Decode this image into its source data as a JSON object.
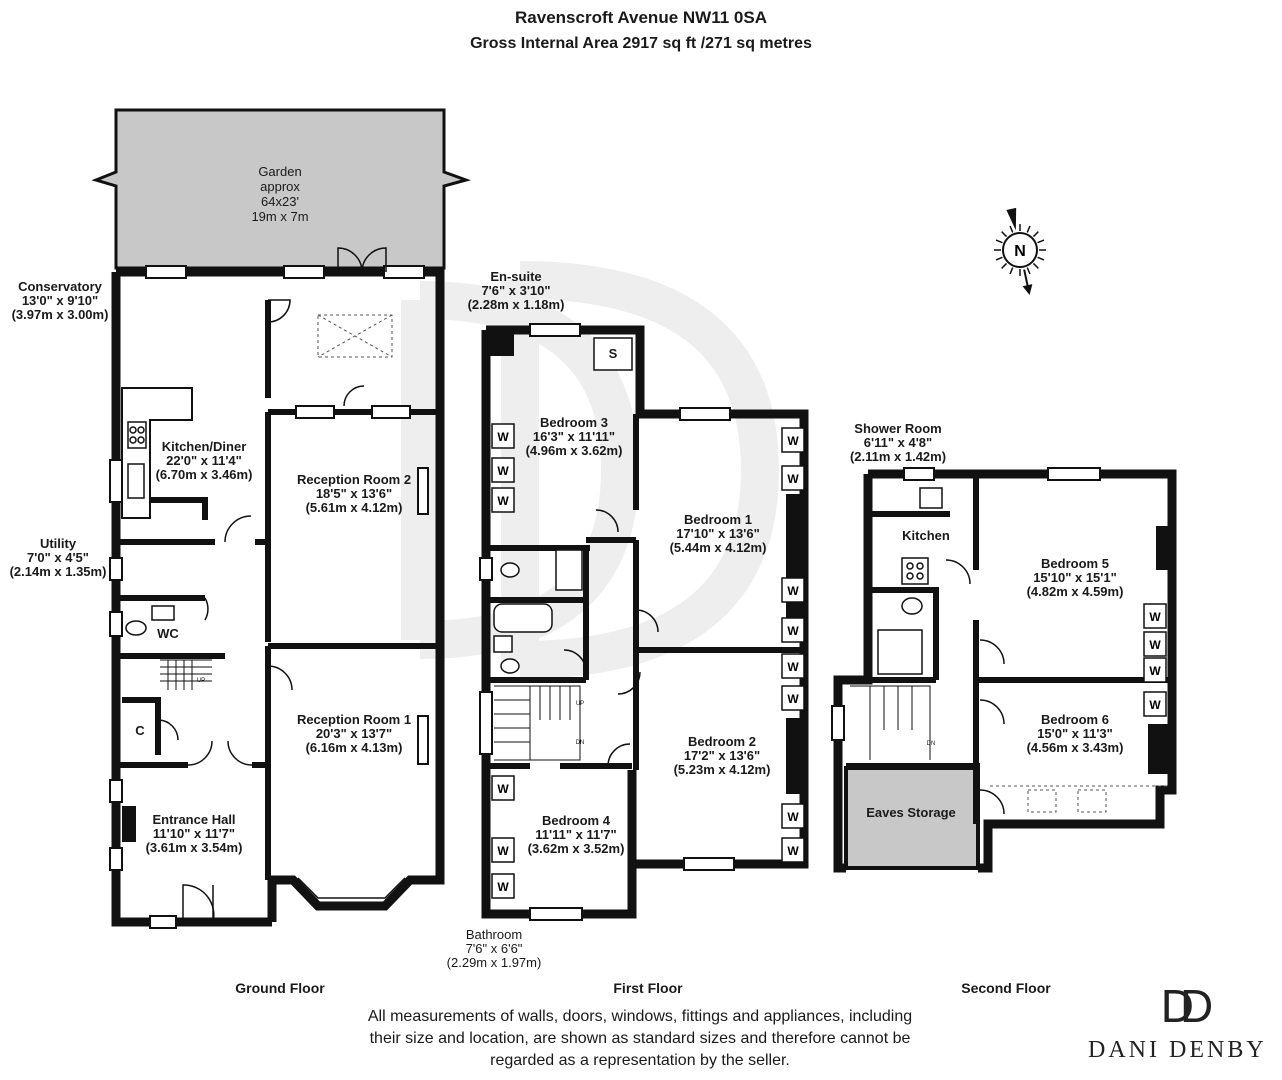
{
  "header": {
    "title": "Ravenscroft Avenue NW11 0SA",
    "subtitle": "Gross Internal Area 2917 sq ft /271 sq metres"
  },
  "compass": {
    "letter": "N"
  },
  "brand": {
    "monogram": "DD",
    "name": "DANI DENBY"
  },
  "floors": {
    "ground": "Ground Floor",
    "first": "First Floor",
    "second": "Second Floor"
  },
  "disclaimer": {
    "line1": "All measurements of walls, doors, windows, fittings and appliances, including",
    "line2": "their size and location, are shown as standard sizes and therefore cannot be",
    "line3": "regarded as a representation by the seller."
  },
  "ground_rooms": {
    "garden": {
      "l1": "Garden",
      "l2": "approx",
      "l3": "64x23'",
      "l4": "19m x 7m"
    },
    "conservatory": {
      "l1": "Conservatory",
      "l2": "13'0\" x 9'10\"",
      "l3": "(3.97m x 3.00m)"
    },
    "kitchen": {
      "l1": "Kitchen/Diner",
      "l2": "22'0\" x 11'4\"",
      "l3": "(6.70m x 3.46m)"
    },
    "reception2": {
      "l1": "Reception Room 2",
      "l2": "18'5\" x 13'6\"",
      "l3": "(5.61m x 4.12m)"
    },
    "utility": {
      "l1": "Utility",
      "l2": "7'0\" x 4'5\"",
      "l3": "(2.14m x 1.35m)"
    },
    "wc": "WC",
    "cupboard": "C",
    "reception1": {
      "l1": "Reception Room 1",
      "l2": "20'3\" x 13'7\"",
      "l3": "(6.16m x 4.13m)"
    },
    "hall": {
      "l1": "Entrance Hall",
      "l2": "11'10\" x 11'7\"",
      "l3": "(3.61m x 3.54m)"
    },
    "up": "UP"
  },
  "first_rooms": {
    "ensuite": {
      "l1": "En-suite",
      "l2": "7'6\" x 3'10\"",
      "l3": "(2.28m x 1.18m)"
    },
    "shower_mark": "S",
    "bedroom3": {
      "l1": "Bedroom 3",
      "l2": "16'3\" x 11'11\"",
      "l3": "(4.96m x 3.62m)"
    },
    "bedroom1": {
      "l1": "Bedroom 1",
      "l2": "17'10\" x 13'6\"",
      "l3": "(5.44m x 4.12m)"
    },
    "bedroom2": {
      "l1": "Bedroom 2",
      "l2": "17'2\" x 13'6\"",
      "l3": "(5.23m x 4.12m)"
    },
    "bedroom4": {
      "l1": "Bedroom 4",
      "l2": "11'11\" x 11'7\"",
      "l3": "(3.62m x 3.52m)"
    },
    "bathroom": {
      "l1": "Bathroom",
      "l2": "7'6\" x 6'6\"",
      "l3": "(2.29m x 1.97m)"
    },
    "up": "UP",
    "dn": "DN"
  },
  "second_rooms": {
    "shower": {
      "l1": "Shower Room",
      "l2": "6'11\" x 4'8\"",
      "l3": "(2.11m x 1.42m)"
    },
    "kitchen": "Kitchen",
    "bedroom5": {
      "l1": "Bedroom 5",
      "l2": "15'10\" x 15'1\"",
      "l3": "(4.82m x 4.59m)"
    },
    "bedroom6": {
      "l1": "Bedroom 6",
      "l2": "15'0\" x 11'3\"",
      "l3": "(4.56m x 3.43m)"
    },
    "eaves": "Eaves Storage",
    "dn": "DN"
  },
  "wardrobe_mark": "W",
  "colors": {
    "wall": "#111111",
    "garden_fill": "#c8c8c8",
    "eaves_fill": "#c8c8c8",
    "watermark": "#eeeeee"
  }
}
